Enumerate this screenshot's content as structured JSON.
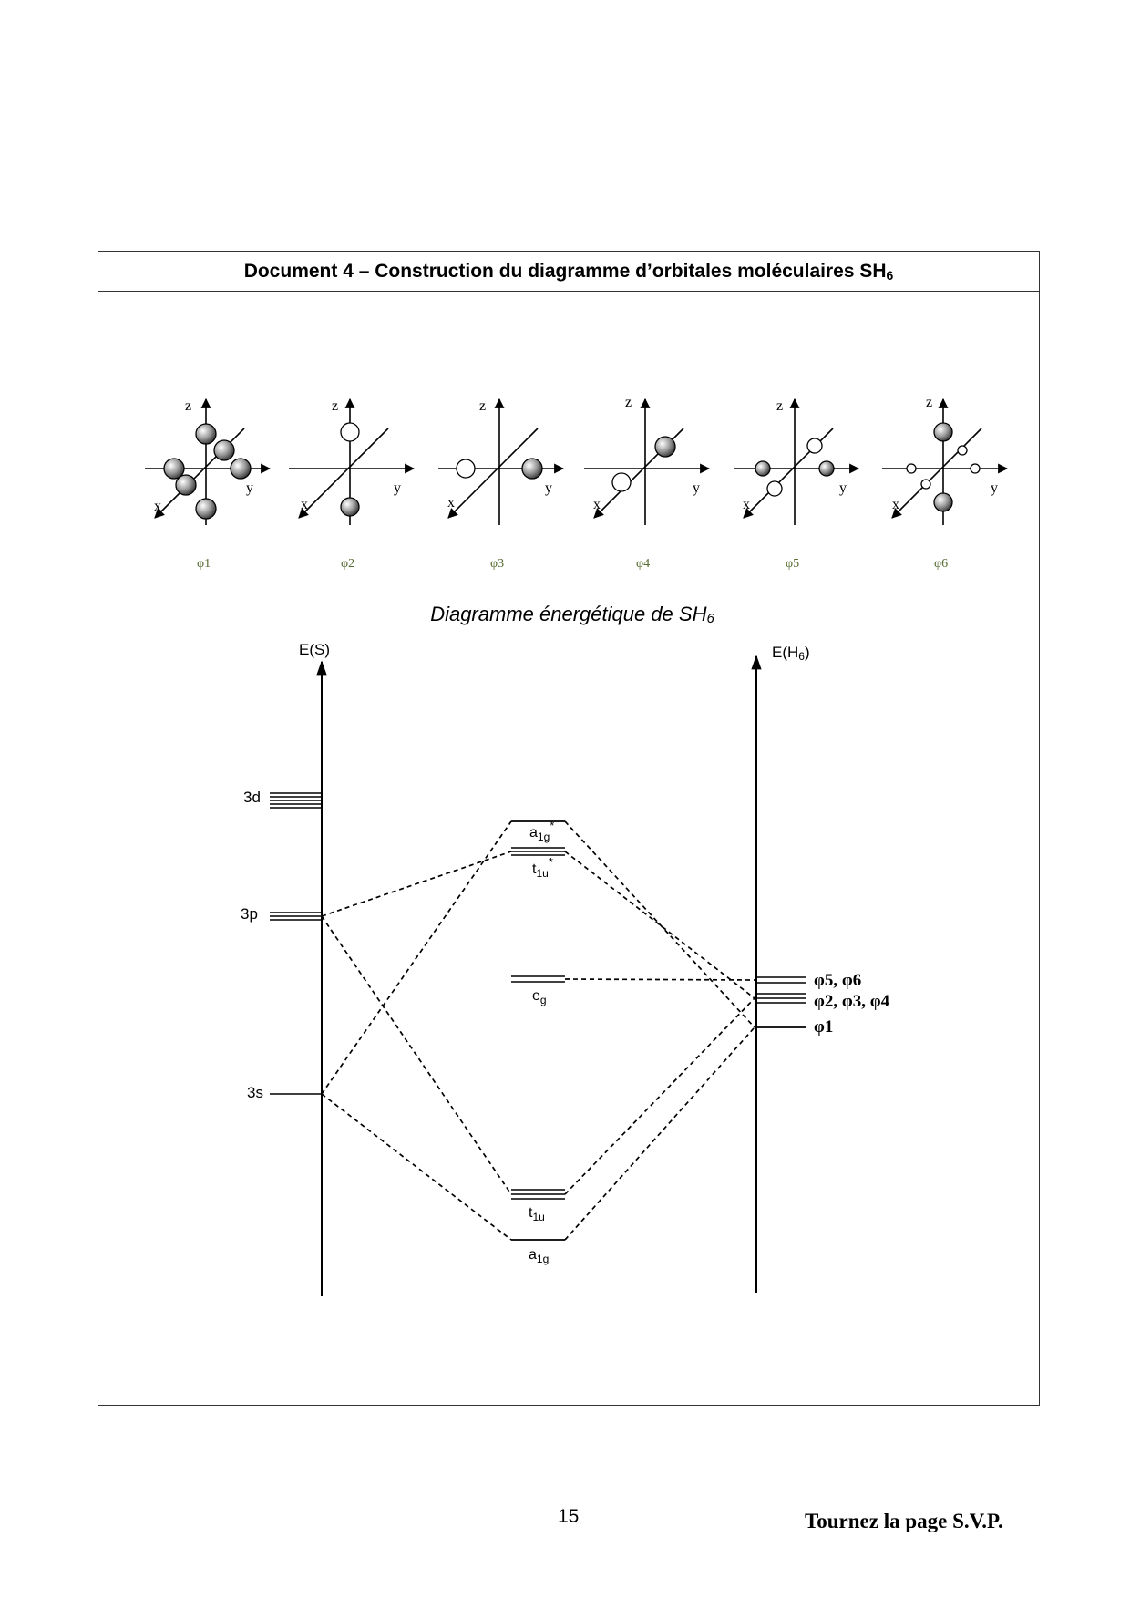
{
  "document": {
    "title": "Document 4 – Construction du diagramme d’orbitales moléculaires SH",
    "title_sub": "6"
  },
  "orbital_schemes": [
    {
      "label": "φ1",
      "axes": {
        "z": "z",
        "x": "x",
        "y": "y"
      }
    },
    {
      "label": "φ2",
      "axes": {
        "z": "z",
        "x": "x",
        "y": "y"
      }
    },
    {
      "label": "φ3",
      "axes": {
        "z": "z",
        "x": "x",
        "y": "y"
      }
    },
    {
      "label": "φ4",
      "axes": {
        "z": "z",
        "x": "x",
        "y": "y"
      }
    },
    {
      "label": "φ5",
      "axes": {
        "z": "z",
        "x": "x",
        "y": "y"
      }
    },
    {
      "label": "φ6",
      "axes": {
        "z": "z",
        "x": "x",
        "y": "y"
      }
    }
  ],
  "energy_diagram": {
    "title": "Diagramme énergétique de SH",
    "title_sub": "6",
    "left_axis": {
      "label": "E(S)"
    },
    "right_axis": {
      "label": "E(H",
      "label_sub": "6",
      "label_end": ")"
    },
    "sulfur_levels": [
      {
        "label": "3d"
      },
      {
        "label": "3p"
      },
      {
        "label": "3s"
      }
    ],
    "mo_levels": {
      "a1g_star": {
        "main": "a",
        "sub": "1g",
        "sup": "*"
      },
      "t1u_star": {
        "main": "t",
        "sub": "1u",
        "sup": "*"
      },
      "eg": {
        "main": "e",
        "sub": "g"
      },
      "t1u": {
        "main": "t",
        "sub": "1u"
      },
      "a1g": {
        "main": "a",
        "sub": "1g"
      }
    },
    "ligand_levels": {
      "phi56": "φ5, φ6",
      "phi234": "φ2, φ3, φ4",
      "phi1": "φ1"
    }
  },
  "footer": {
    "page_number": "15",
    "turn_page": "Tournez la page S.V.P."
  }
}
